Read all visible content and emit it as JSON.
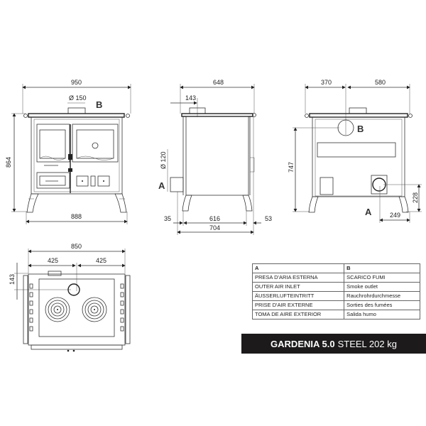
{
  "views": {
    "front": {
      "width_top": "950",
      "flue_diameter": "Ø 150",
      "flue_label": "B",
      "height": "864",
      "width_base": "888"
    },
    "side": {
      "depth_top": "648",
      "flue_offset": "143",
      "inlet_diameter": "Ø 120",
      "inlet_label": "A",
      "rear_overhang": "35",
      "leg_span": "616",
      "front_overhang": "53",
      "total_depth": "704"
    },
    "rear": {
      "flue_from_left": "370",
      "flue_to_right": "580",
      "flue_label": "B",
      "flue_height": "747",
      "inlet_height": "228",
      "inlet_from_right": "249",
      "inlet_label": "A"
    },
    "top": {
      "width": "850",
      "half_left": "425",
      "half_right": "425",
      "flue_depth": "143"
    }
  },
  "legend_table": {
    "headers": [
      "A",
      "B"
    ],
    "rows": [
      [
        "PRESA D'ARIA ESTERNA",
        "SCARICO FUMI"
      ],
      [
        "OUTER AIR INLET",
        "Smoke outlet"
      ],
      [
        "ÄUSSERLUFTEINTRITT",
        "Rauchrohrdurchmesse"
      ],
      [
        "PRISE D'AIR EXTERNE",
        "Sorties des fumées"
      ],
      [
        "TOMA DE AIRE EXTERIOR",
        "Salida humo"
      ]
    ]
  },
  "banner": {
    "model": "GARDENIA 5.0",
    "spec": "STEEL 202 kg",
    "background": "#1c1a1a"
  }
}
